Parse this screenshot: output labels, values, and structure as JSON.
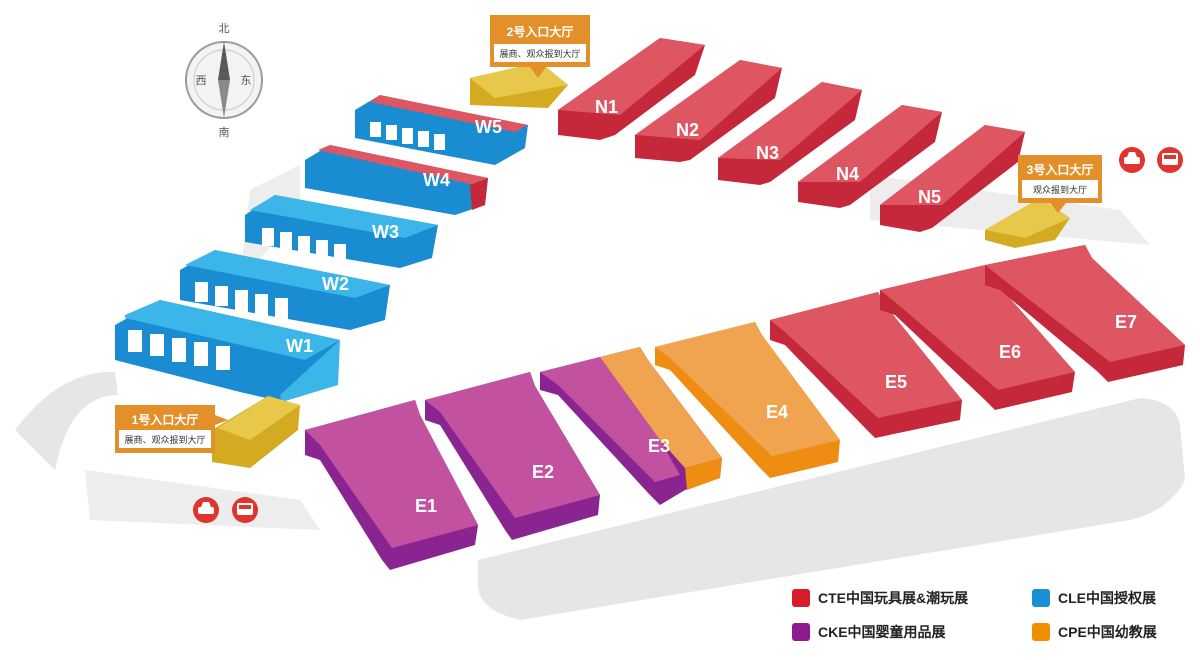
{
  "compass": {
    "north": "北",
    "south": "南",
    "east": "东",
    "west": "西"
  },
  "halls": {
    "W1": "W1",
    "W2": "W2",
    "W3": "W3",
    "W4": "W4",
    "W5": "W5",
    "N1": "N1",
    "N2": "N2",
    "N3": "N3",
    "N4": "N4",
    "N5": "N5",
    "E1": "E1",
    "E2": "E2",
    "E3": "E3",
    "E4": "E4",
    "E5": "E5",
    "E6": "E6",
    "E7": "E7"
  },
  "entrances": [
    {
      "title": "1号入口大厅",
      "sub": "展商、观众报到大厅"
    },
    {
      "title": "2号入口大厅",
      "sub": "展商、观众报到大厅"
    },
    {
      "title": "3号入口大厅",
      "sub": "观众报到大厅"
    }
  ],
  "legend": [
    {
      "label": "CTE中国玩具展&潮玩展",
      "color": "#d91c2a"
    },
    {
      "label": "CLE中国授权展",
      "color": "#1b8fd6"
    },
    {
      "label": "CKE中国婴童用品展",
      "color": "#8e1a8f"
    },
    {
      "label": "CPE中国幼教展",
      "color": "#f09000"
    }
  ],
  "colors": {
    "red": "#de5662",
    "red_dark": "#c4283a",
    "blue": "#3cb5e8",
    "blue_dark": "#1a8cd2",
    "purple": "#c251a0",
    "purple_dark": "#8a2490",
    "orange": "#f0a450",
    "orange_dark": "#ee8d12",
    "yellow": "#e8c84a",
    "yellow_dark": "#d4aa20",
    "entrance_box": "#e3902a",
    "road": "#e6e6e6",
    "transport_icon": "#e0342f"
  },
  "icons": [
    "compass-icon",
    "taxi-icon",
    "bus-icon"
  ]
}
